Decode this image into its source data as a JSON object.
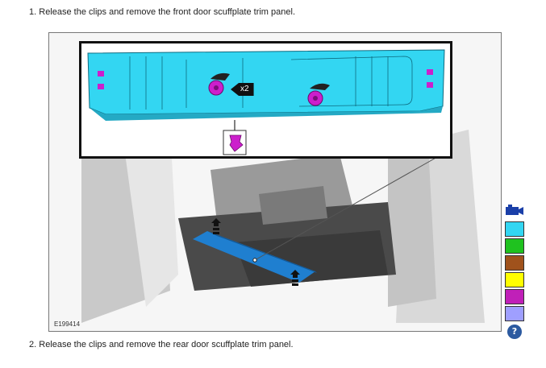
{
  "steps": [
    {
      "number": "1.",
      "text": "Release the clips and remove the front door scuffplate trim panel."
    },
    {
      "number": "2.",
      "text": "Release the clips and remove the rear door scuffplate trim panel."
    }
  ],
  "figure": {
    "code": "E199414",
    "multiplier": "x2",
    "colors": {
      "panel": "#33d6f2",
      "panel_installed": "#1f7fd0",
      "clip": "#cc1fcc",
      "body_metal": "#d8d8d8"
    }
  },
  "legend": {
    "icon": "camera-icon",
    "swatches": [
      "#33d6f2",
      "#1fc21f",
      "#a0521c",
      "#ffff00",
      "#c020b8",
      "#9f9fff"
    ],
    "help_icon": "help-question-icon",
    "help_glyph": "?"
  }
}
